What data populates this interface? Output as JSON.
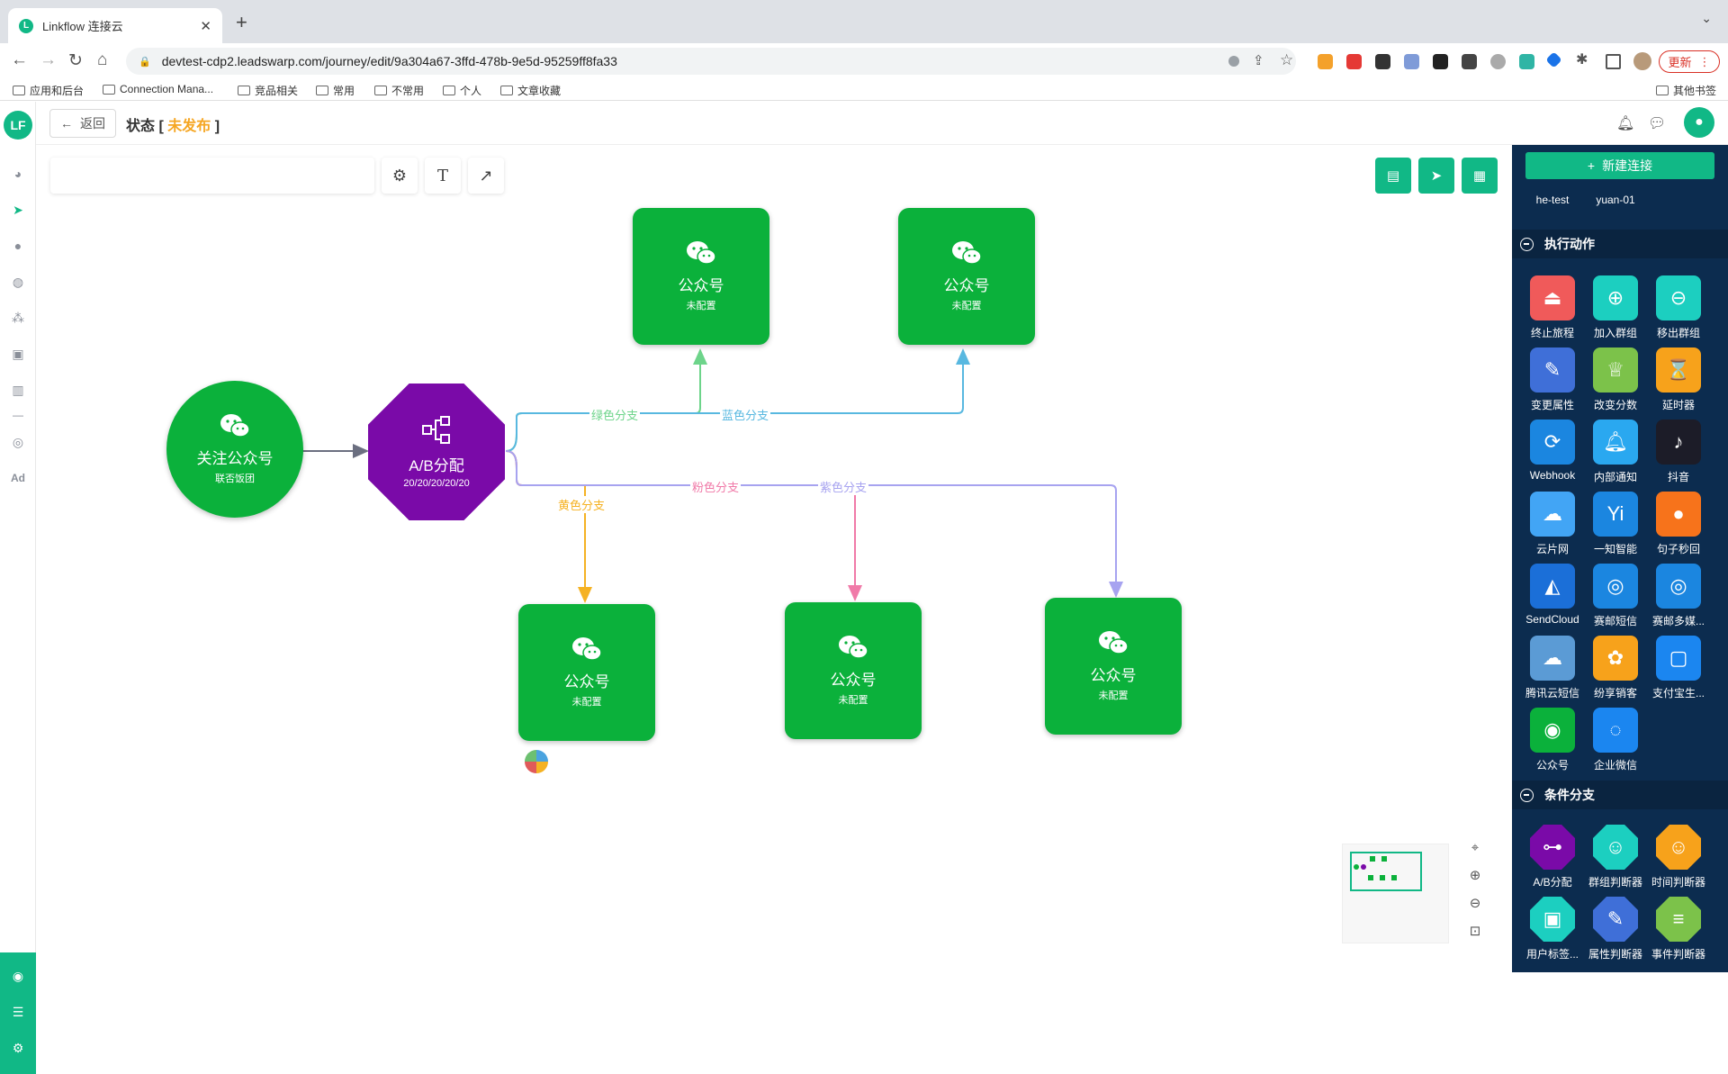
{
  "browser": {
    "tab_title": "Linkflow 连接云",
    "url": "devtest-cdp2.leadswarp.com/journey/edit/9a304a67-3ffd-478b-9e5d-95259ff8fa33",
    "update_label": "更新",
    "bookmarks": [
      "应用和后台",
      "Connection Mana...",
      "竞品相关",
      "常用",
      "不常用",
      "个人",
      "文章收藏"
    ],
    "other_bookmarks": "其他书签"
  },
  "header": {
    "back_label": "返回",
    "status_prefix": "状态 [",
    "status_value": "未发布",
    "status_suffix": "]"
  },
  "canvas": {
    "start_node": {
      "title": "关注公众号",
      "subtitle": "联否饭团"
    },
    "ab_node": {
      "title": "A/B分配",
      "subtitle": "20/20/20/20/20"
    },
    "branch_labels": {
      "green": "绿色分支",
      "blue": "蓝色分支",
      "yellow": "黄色分支",
      "pink": "粉色分支",
      "purple": "紫色分支"
    },
    "wechat_nodes": [
      {
        "title": "公众号",
        "subtitle": "未配置"
      },
      {
        "title": "公众号",
        "subtitle": "未配置"
      },
      {
        "title": "公众号",
        "subtitle": "未配置"
      },
      {
        "title": "公众号",
        "subtitle": "未配置"
      },
      {
        "title": "公众号",
        "subtitle": "未配置"
      }
    ]
  },
  "panel": {
    "new_connection": "新建连接",
    "connections": [
      "he-test",
      "yuan-01"
    ],
    "section_actions": "执行动作",
    "actions": [
      {
        "label": "终止旅程",
        "color": "#f05a5a",
        "icon": "stop-icon"
      },
      {
        "label": "加入群组",
        "color": "#1ccfc0",
        "icon": "user-plus-icon"
      },
      {
        "label": "移出群组",
        "color": "#1ccfc0",
        "icon": "user-minus-icon"
      },
      {
        "label": "变更属性",
        "color": "#3f6fd8",
        "icon": "edit-icon"
      },
      {
        "label": "改变分数",
        "color": "#7cc24a",
        "icon": "trophy-icon"
      },
      {
        "label": "延时器",
        "color": "#f7a21b",
        "icon": "hourglass-icon"
      },
      {
        "label": "Webhook",
        "color": "#1b86e0",
        "icon": "webhook-icon"
      },
      {
        "label": "内部通知",
        "color": "#2aa8f0",
        "icon": "bell-icon"
      },
      {
        "label": "抖音",
        "color": "#1c1c28",
        "icon": "tiktok-icon"
      },
      {
        "label": "云片网",
        "color": "#42a5f5",
        "icon": "cloud-icon"
      },
      {
        "label": "一知智能",
        "color": "#1b86e0",
        "icon": "yiwise-icon"
      },
      {
        "label": "句子秒回",
        "color": "#f7731b",
        "icon": "chat-bubble-icon"
      },
      {
        "label": "SendCloud",
        "color": "#1b6fd8",
        "icon": "sendcloud-icon"
      },
      {
        "label": "赛邮短信",
        "color": "#1b86e0",
        "icon": "submail-icon"
      },
      {
        "label": "赛邮多媒...",
        "color": "#1b86e0",
        "icon": "submail-icon"
      },
      {
        "label": "腾讯云短信",
        "color": "#5b9bd5",
        "icon": "tencent-cloud-icon"
      },
      {
        "label": "纷享销客",
        "color": "#f7a21b",
        "icon": "fxiaoke-icon"
      },
      {
        "label": "支付宝生...",
        "color": "#1b86f0",
        "icon": "alipay-icon"
      },
      {
        "label": "公众号",
        "color": "#0bb13b",
        "icon": "wechat-icon"
      },
      {
        "label": "企业微信",
        "color": "#1b86f0",
        "icon": "work-wechat-icon"
      }
    ],
    "section_conditions": "条件分支",
    "conditions": [
      {
        "label": "A/B分配",
        "color": "#7a0aa8",
        "icon": "ab-split-icon"
      },
      {
        "label": "群组判断器",
        "color": "#1ccfc0",
        "icon": "group-judge-icon"
      },
      {
        "label": "时间判断器",
        "color": "#f7a21b",
        "icon": "time-judge-icon"
      },
      {
        "label": "用户标签...",
        "color": "#1ccfc0",
        "icon": "user-tag-icon"
      },
      {
        "label": "属性判断器",
        "color": "#3f6fd8",
        "icon": "attribute-judge-icon"
      },
      {
        "label": "事件判断器",
        "color": "#7cc24a",
        "icon": "event-judge-icon"
      }
    ]
  }
}
